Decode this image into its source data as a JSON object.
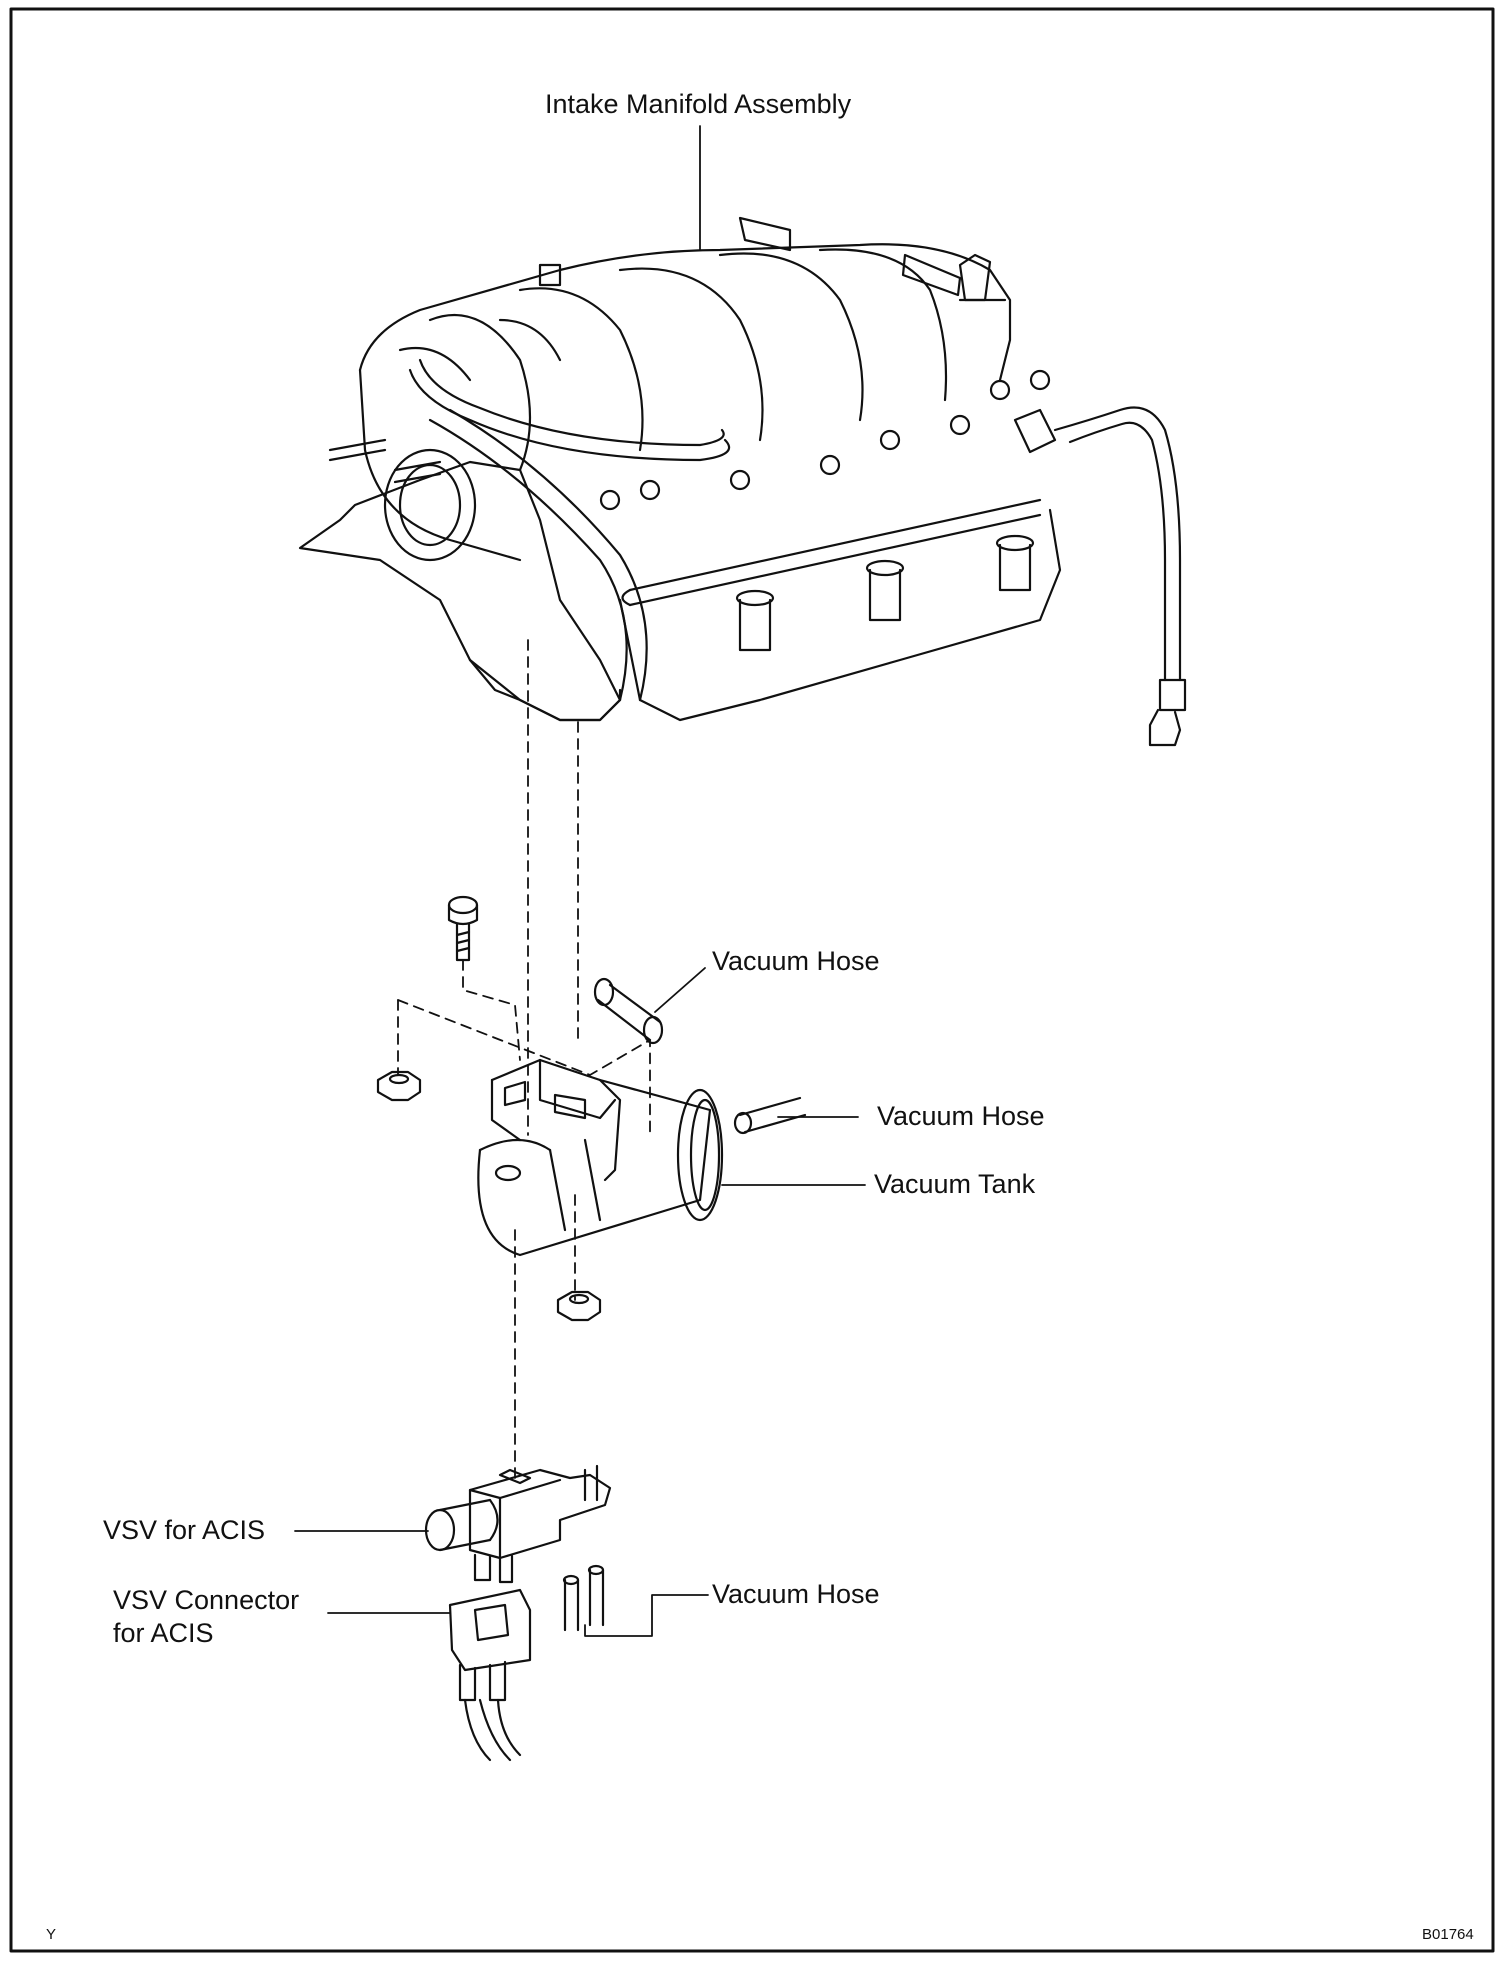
{
  "labels": {
    "intake_manifold": "Intake Manifold Assembly",
    "vacuum_hose_1": "Vacuum Hose",
    "vacuum_hose_2": "Vacuum Hose",
    "vacuum_tank": "Vacuum Tank",
    "vsv_acis": "VSV for ACIS",
    "vsv_connector_line1": "VSV Connector",
    "vsv_connector_line2": "for ACIS",
    "vacuum_hose_3": "Vacuum Hose"
  },
  "footer": {
    "left_mark": "Y",
    "figure_code": "B01764"
  }
}
